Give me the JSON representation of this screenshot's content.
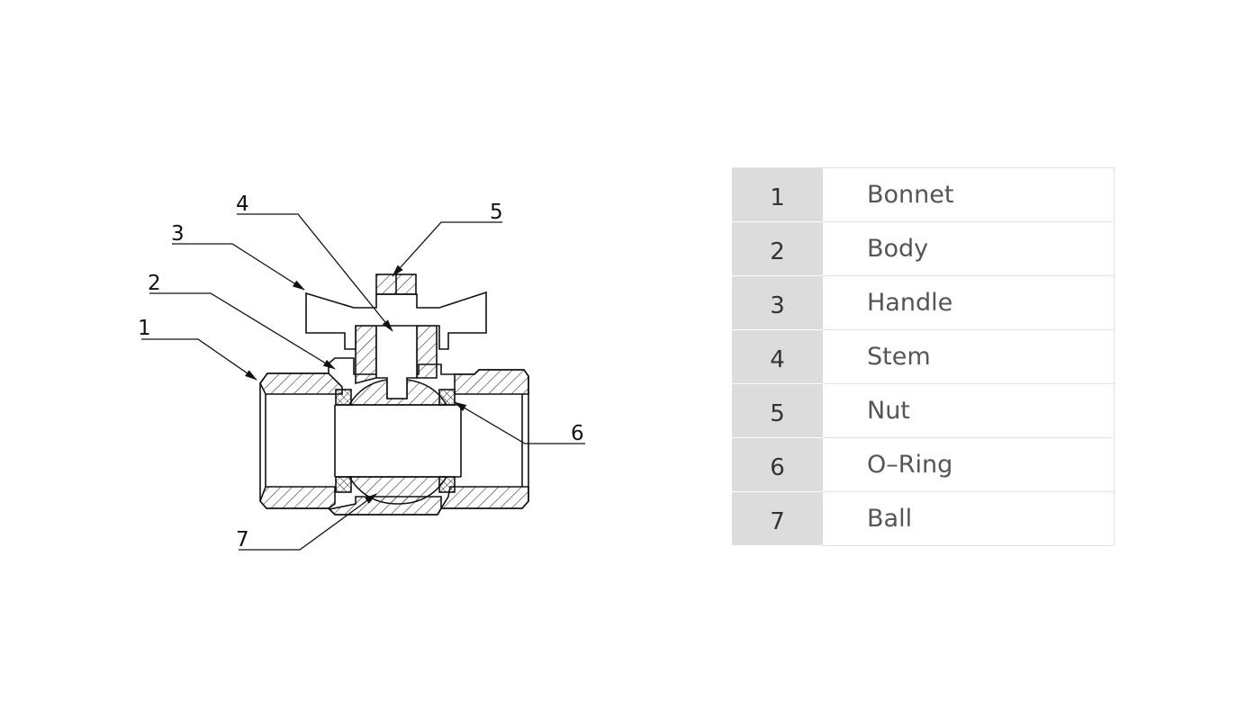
{
  "callouts": [
    "1",
    "2",
    "3",
    "4",
    "5",
    "6",
    "7"
  ],
  "parts": [
    {
      "number": "1",
      "name": "Bonnet"
    },
    {
      "number": "2",
      "name": "Body"
    },
    {
      "number": "3",
      "name": "Handle"
    },
    {
      "number": "4",
      "name": "Stem"
    },
    {
      "number": "5",
      "name": "Nut"
    },
    {
      "number": "6",
      "name": "O–Ring"
    },
    {
      "number": "7",
      "name": "Ball"
    }
  ]
}
